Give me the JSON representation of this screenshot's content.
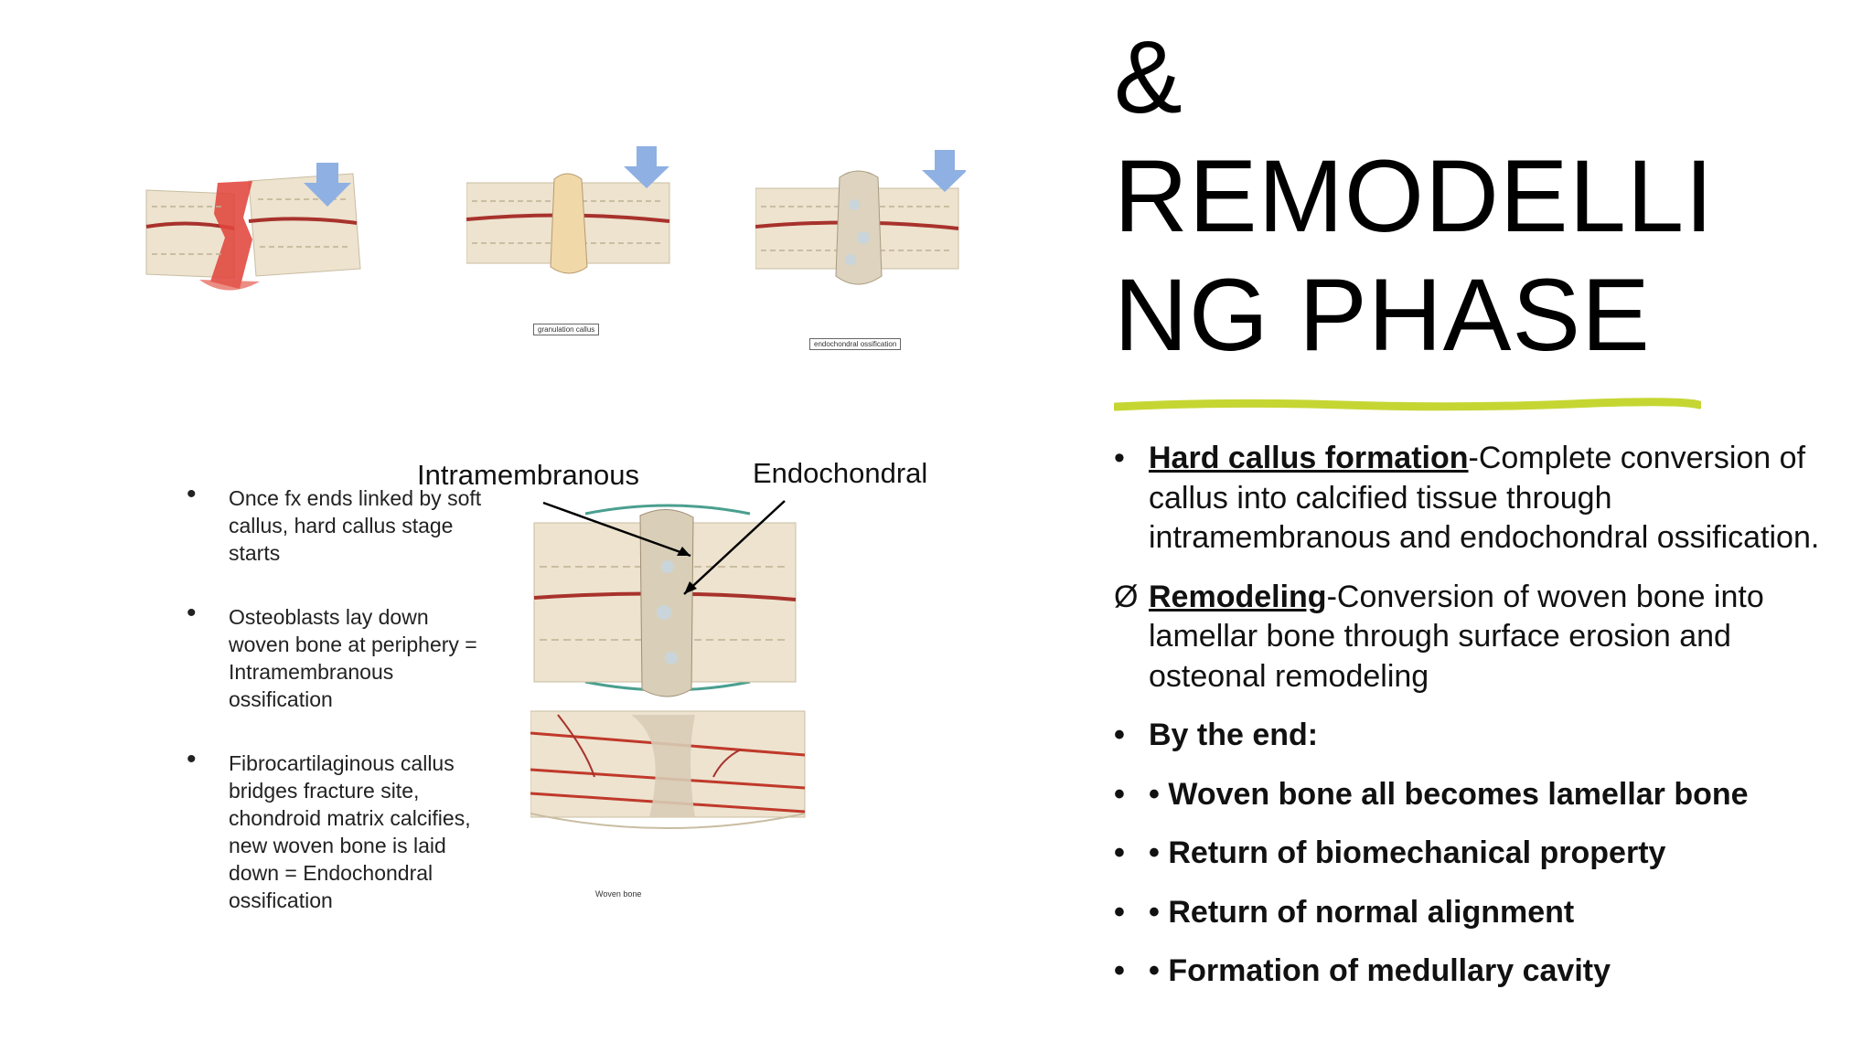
{
  "slide": {
    "title_lines": [
      "&",
      "REMODELLI",
      "NG PHASE"
    ],
    "accent_color": "#c5d633"
  },
  "figure": {
    "captions": {
      "granulation": "granulation callus",
      "endochondral": "endochondral ossification"
    },
    "labels": {
      "intramembranous": "Intramembranous",
      "endochondral": "Endochondral",
      "woven_bone": "Woven bone"
    },
    "bullets": [
      "Once fx ends linked by soft callus, hard callus stage starts",
      "Osteoblasts lay down woven bone at periphery = Intramembranous ossification",
      "Fibrocartilaginous callus bridges fracture site, chondroid matrix calcifies, new woven bone is laid down = Endochondral ossification"
    ]
  },
  "content": {
    "items": [
      {
        "marker": "•",
        "head": "Hard callus formation",
        "text": "-Complete conversion of callus into calcified tissue through intramembranous and endochondral ossification."
      },
      {
        "marker": "Ø",
        "head": "Remodeling",
        "text": "-Conversion of woven bone into lamellar bone through surface erosion and osteonal remodeling"
      },
      {
        "marker": "•",
        "text": "By the end:"
      },
      {
        "marker": "•",
        "text": "• Woven bone all becomes lamellar bone"
      },
      {
        "marker": "•",
        "text": "• Return of biomechanical property"
      },
      {
        "marker": "•",
        "text": "• Return of normal alignment"
      },
      {
        "marker": "•",
        "text": "• Formation of medullary cavity"
      }
    ]
  }
}
